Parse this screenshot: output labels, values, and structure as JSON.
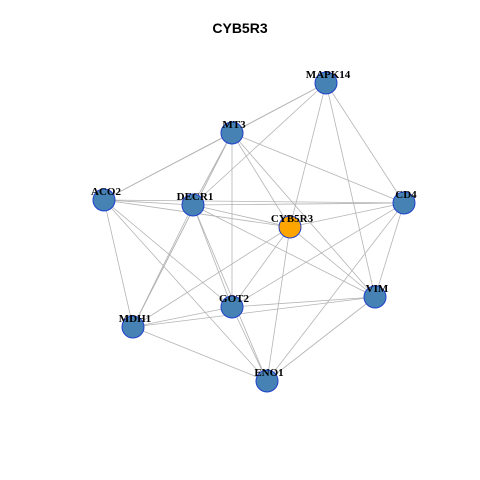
{
  "title": "CYB5R3",
  "colors": {
    "node_default": "#4682B4",
    "node_highlight": "#FFA500",
    "node_stroke": "#1E3FCC",
    "edge": "#B4B4B4"
  },
  "nodes": [
    {
      "id": "MAPK14",
      "label": "MAPK14",
      "highlight": false
    },
    {
      "id": "MT3",
      "label": "MT3",
      "highlight": false
    },
    {
      "id": "ACO2",
      "label": "ACO2",
      "highlight": false
    },
    {
      "id": "DECR1",
      "label": "DECR1",
      "highlight": false
    },
    {
      "id": "CYB5R3",
      "label": "CYB5R3",
      "highlight": true
    },
    {
      "id": "CD4",
      "label": "CD4",
      "highlight": false
    },
    {
      "id": "VIM",
      "label": "VIM",
      "highlight": false
    },
    {
      "id": "GOT2",
      "label": "GOT2",
      "highlight": false
    },
    {
      "id": "MDH1",
      "label": "MDH1",
      "highlight": false
    },
    {
      "id": "ENO1",
      "label": "ENO1",
      "highlight": false
    }
  ],
  "edges": [
    [
      "MAPK14",
      "MT3"
    ],
    [
      "MAPK14",
      "ACO2"
    ],
    [
      "MAPK14",
      "DECR1"
    ],
    [
      "MAPK14",
      "CYB5R3"
    ],
    [
      "MAPK14",
      "CD4"
    ],
    [
      "MAPK14",
      "VIM"
    ],
    [
      "MT3",
      "ACO2"
    ],
    [
      "MT3",
      "CYB5R3"
    ],
    [
      "MT3",
      "CD4"
    ],
    [
      "MT3",
      "VIM"
    ],
    [
      "MT3",
      "GOT2"
    ],
    [
      "MT3",
      "MDH1"
    ],
    [
      "MT3",
      "DECR1"
    ],
    [
      "ACO2",
      "DECR1"
    ],
    [
      "ACO2",
      "CYB5R3"
    ],
    [
      "ACO2",
      "MDH1"
    ],
    [
      "ACO2",
      "GOT2"
    ],
    [
      "ACO2",
      "ENO1"
    ],
    [
      "DECR1",
      "CYB5R3"
    ],
    [
      "DECR1",
      "CD4"
    ],
    [
      "DECR1",
      "MDH1"
    ],
    [
      "DECR1",
      "GOT2"
    ],
    [
      "DECR1",
      "ENO1"
    ],
    [
      "DECR1",
      "VIM"
    ],
    [
      "CYB5R3",
      "CD4"
    ],
    [
      "CYB5R3",
      "VIM"
    ],
    [
      "CYB5R3",
      "GOT2"
    ],
    [
      "CYB5R3",
      "ENO1"
    ],
    [
      "CYB5R3",
      "MDH1"
    ],
    [
      "CD4",
      "VIM"
    ],
    [
      "CD4",
      "GOT2"
    ],
    [
      "CD4",
      "ENO1"
    ],
    [
      "CD4",
      "ACO2"
    ],
    [
      "VIM",
      "GOT2"
    ],
    [
      "VIM",
      "MDH1"
    ],
    [
      "VIM",
      "ENO1"
    ],
    [
      "GOT2",
      "MDH1"
    ],
    [
      "GOT2",
      "ENO1"
    ],
    [
      "MDH1",
      "ENO1"
    ],
    [
      "MDH1",
      "MT3"
    ]
  ]
}
